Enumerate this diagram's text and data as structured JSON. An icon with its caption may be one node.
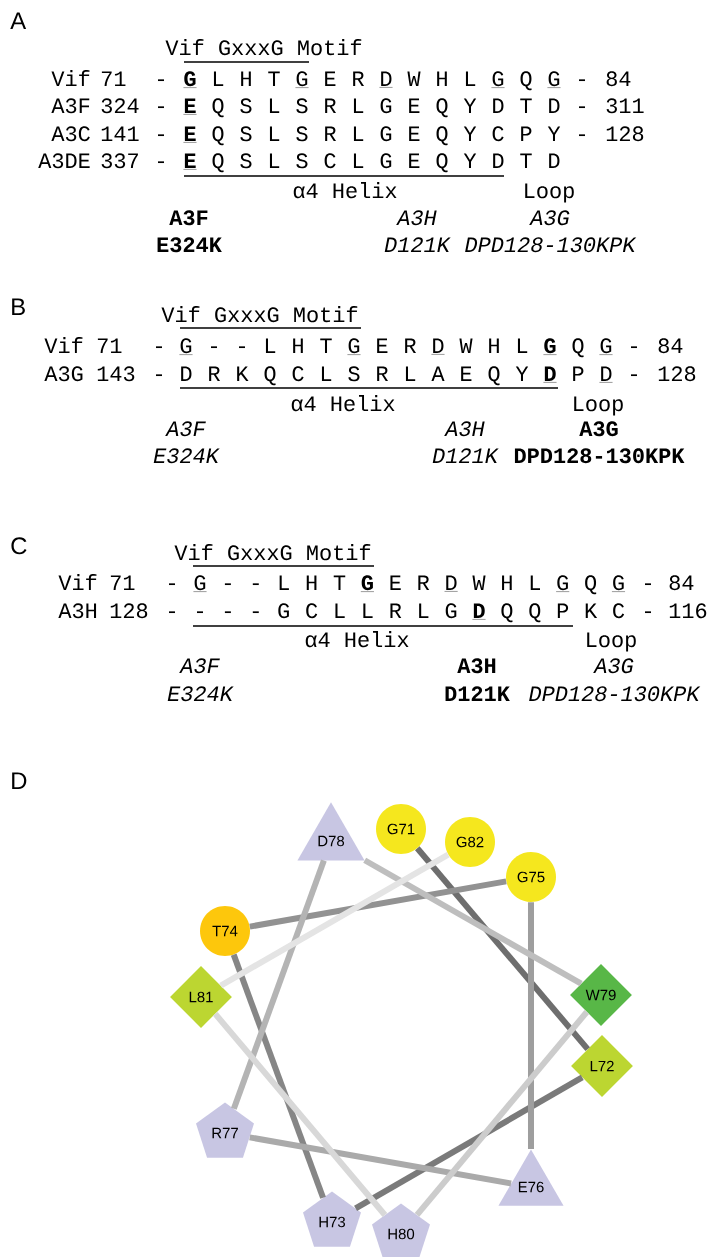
{
  "diagram": {
    "nodes": [
      {
        "text": [
          "G71"
        ]
      },
      {
        "text": [
          "D78"
        ]
      },
      {
        "text": [
          "G82"
        ]
      },
      {
        "text": [
          "G75"
        ]
      },
      {
        "text": [
          "T74"
        ]
      },
      {
        "text": [
          "W79"
        ]
      },
      {
        "text": [
          "L81"
        ]
      },
      {
        "text": [
          "L72"
        ]
      },
      {
        "text": [
          "R77"
        ]
      },
      {
        "text": [
          "E76"
        ]
      },
      {
        "text": [
          "H73"
        ]
      },
      {
        "text": [
          "H80"
        ]
      }
    ],
    "edges": [
      {
        "from": 0,
        "to": 7,
        "arrow": "none",
        "color": "#6e6e6e"
      },
      {
        "from": 7,
        "to": 10,
        "arrow": "none",
        "color": "#7a7a7a"
      },
      {
        "from": 10,
        "to": 4,
        "arrow": "none",
        "color": "#868686"
      },
      {
        "from": 4,
        "to": 3,
        "arrow": "none",
        "color": "#929292"
      },
      {
        "from": 3,
        "to": 9,
        "arrow": "none",
        "color": "#9e9e9e"
      },
      {
        "from": 9,
        "to": 8,
        "arrow": "none",
        "color": "#aaaaaa"
      },
      {
        "from": 8,
        "to": 1,
        "arrow": "none",
        "color": "#b4b4b4"
      },
      {
        "from": 1,
        "to": 5,
        "arrow": "none",
        "color": "#bebebe"
      },
      {
        "from": 5,
        "to": 11,
        "arrow": "none",
        "color": "#cccccc"
      },
      {
        "from": 11,
        "to": 6,
        "arrow": "none",
        "color": "#d8d8d8"
      },
      {
        "from": 6,
        "to": 2,
        "arrow": "none",
        "color": "#e4e4e4"
      }
    ],
    "labels": [
      "A",
      "Vif GxxxG Motif",
      "Vif",
      "71",
      "-",
      "G",
      "L",
      "H",
      "T",
      "G",
      "E",
      "R",
      "D",
      "W",
      "H",
      "L",
      "G",
      "Q",
      "G",
      "-",
      "84",
      "A3F",
      "324",
      "-",
      "E",
      "Q",
      "S",
      "L",
      "S",
      "R",
      "L",
      "G",
      "E",
      "Q",
      "Y",
      "D",
      "T",
      "D",
      "-",
      "311",
      "A3C",
      "141",
      "-",
      "E",
      "Q",
      "S",
      "L",
      "S",
      "R",
      "L",
      "G",
      "E",
      "Q",
      "Y",
      "C",
      "P",
      "Y",
      "-",
      "128",
      "A3DE",
      "337",
      "-",
      "E",
      "Q",
      "S",
      "L",
      "S",
      "C",
      "L",
      "G",
      "E",
      "Q",
      "Y",
      "D",
      "T",
      "D",
      "α4 Helix",
      "Loop",
      "A3F",
      "A3H",
      "A3G",
      "E324K",
      "D121K",
      "DPD128-130KPK",
      "B",
      "Vif GxxxG Motif",
      "Vif",
      "71",
      "-",
      "G",
      "-",
      "-",
      "L",
      "H",
      "T",
      "G",
      "E",
      "R",
      "D",
      "W",
      "H",
      "L",
      "G",
      "Q",
      "G",
      "-",
      "84",
      "A3G",
      "143",
      "-",
      "D",
      "R",
      "K",
      "Q",
      "C",
      "L",
      "S",
      "R",
      "L",
      "A",
      "E",
      "Q",
      "Y",
      "D",
      "P",
      "D",
      "-",
      "128",
      "α4 Helix",
      "Loop",
      "A3F",
      "A3H",
      "A3G",
      "E324K",
      "D121K",
      "DPD128-130KPK",
      "C",
      "Vif GxxxG Motif",
      "Vif",
      "71",
      "-",
      "G",
      "-",
      "-",
      "L",
      "H",
      "T",
      "G",
      "E",
      "R",
      "D",
      "W",
      "H",
      "L",
      "G",
      "Q",
      "G",
      "-",
      "84",
      "A3H",
      "128",
      "-",
      "-",
      "-",
      "-",
      "G",
      "C",
      "L",
      "L",
      "R",
      "L",
      "G",
      "D",
      "Q",
      "Q",
      "P",
      "K",
      "C",
      "-",
      "116",
      "α4 Helix",
      "Loop",
      "A3F",
      "A3H",
      "A3G",
      "E324K",
      "D121K",
      "DPD128-130KPK",
      "D"
    ]
  }
}
